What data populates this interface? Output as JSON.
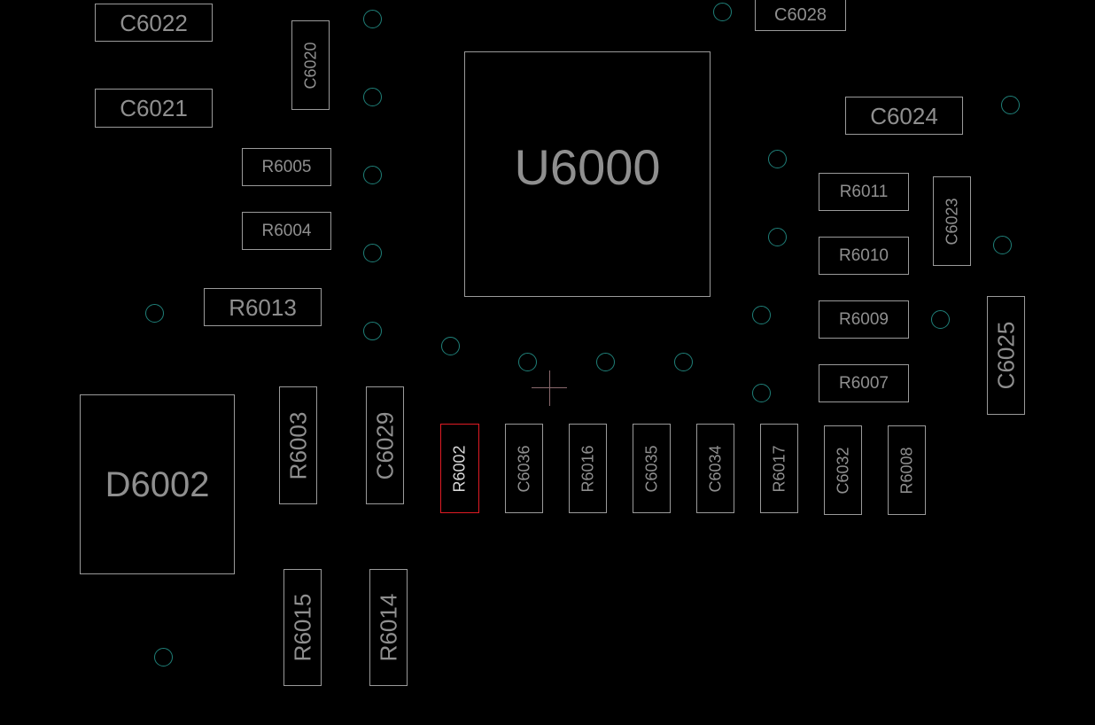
{
  "components": [
    {
      "id": "c6022",
      "label": "C6022"
    },
    {
      "id": "c6021",
      "label": "C6021"
    },
    {
      "id": "c6020",
      "label": "C6020"
    },
    {
      "id": "c6028",
      "label": "C6028"
    },
    {
      "id": "u6000",
      "label": "U6000"
    },
    {
      "id": "c6024",
      "label": "C6024"
    },
    {
      "id": "r6005",
      "label": "R6005"
    },
    {
      "id": "r6004",
      "label": "R6004"
    },
    {
      "id": "r6013",
      "label": "R6013"
    },
    {
      "id": "r6011",
      "label": "R6011"
    },
    {
      "id": "c6023",
      "label": "C6023"
    },
    {
      "id": "r6010",
      "label": "R6010"
    },
    {
      "id": "r6009",
      "label": "R6009"
    },
    {
      "id": "c6025",
      "label": "C6025"
    },
    {
      "id": "r6007",
      "label": "R6007"
    },
    {
      "id": "d6002",
      "label": "D6002"
    },
    {
      "id": "r6003",
      "label": "R6003"
    },
    {
      "id": "c6029",
      "label": "C6029"
    },
    {
      "id": "r6002",
      "label": "R6002",
      "selected": true
    },
    {
      "id": "c6036",
      "label": "C6036"
    },
    {
      "id": "r6016",
      "label": "R6016"
    },
    {
      "id": "c6035",
      "label": "C6035"
    },
    {
      "id": "c6034",
      "label": "C6034"
    },
    {
      "id": "r6017",
      "label": "R6017"
    },
    {
      "id": "c6032",
      "label": "C6032"
    },
    {
      "id": "r6008",
      "label": "R6008"
    },
    {
      "id": "r6015",
      "label": "R6015"
    },
    {
      "id": "r6014",
      "label": "R6014"
    }
  ],
  "colors": {
    "background": "#000000",
    "outline": "#9a9a9a",
    "label": "#8f8f8f",
    "selected_outline": "#e01b24",
    "via": "#1f7f78",
    "cursor": "#8a6a6e"
  }
}
